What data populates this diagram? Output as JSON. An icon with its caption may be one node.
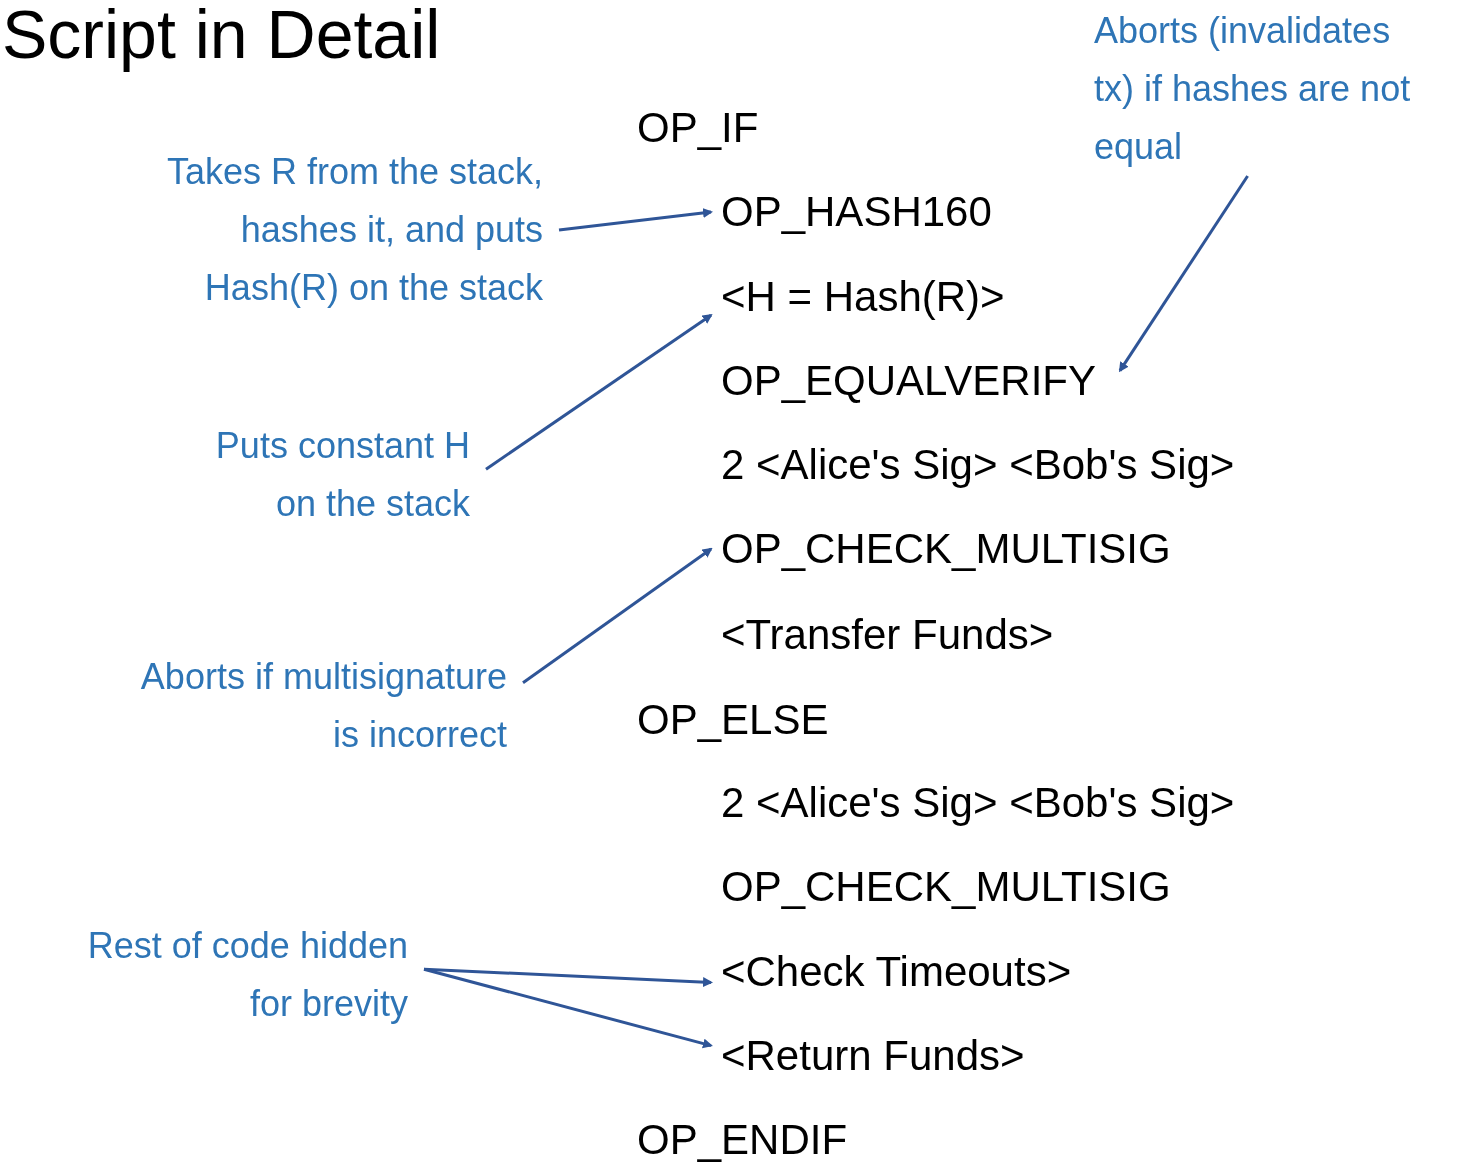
{
  "diagram": {
    "title": "Script in Detail",
    "nodes": [
      {
        "text": [
          "OP_IF"
        ]
      },
      {
        "text": [
          "OP_HASH160"
        ]
      },
      {
        "text": [
          "<H = Hash(R)>"
        ]
      },
      {
        "text": [
          "OP_EQUALVERIFY"
        ]
      },
      {
        "text": [
          "2 <Alice's Sig> <Bob's Sig>"
        ]
      },
      {
        "text": [
          "OP_CHECK_MULTISIG"
        ]
      },
      {
        "text": [
          "<Transfer Funds>"
        ]
      },
      {
        "text": [
          "OP_ELSE"
        ]
      },
      {
        "text": [
          "2 <Alice's Sig> <Bob's Sig>"
        ]
      },
      {
        "text": [
          "OP_CHECK_MULTISIG"
        ]
      },
      {
        "text": [
          "<Check Timeouts>"
        ]
      },
      {
        "text": [
          "<Return Funds>"
        ]
      },
      {
        "text": [
          "OP_ENDIF"
        ]
      },
      {
        "text": [
          "Takes R from the stack, hashes it, and puts Hash(R) on the stack"
        ]
      },
      {
        "text": [
          "Aborts (invalidates tx) if hashes are not equal"
        ]
      },
      {
        "text": [
          "Puts constant H on the stack"
        ]
      },
      {
        "text": [
          "Aborts if multisignature is incorrect"
        ]
      },
      {
        "text": [
          "Rest of code hidden for brevity"
        ]
      }
    ],
    "edges": [
      {
        "from": 13,
        "to": 1,
        "arrow": "to"
      },
      {
        "from": 15,
        "to": 2,
        "arrow": "to"
      },
      {
        "from": 14,
        "to": 3,
        "arrow": "to"
      },
      {
        "from": 16,
        "to": 5,
        "arrow": "to"
      },
      {
        "from": 17,
        "to": 10,
        "arrow": "to"
      },
      {
        "from": 17,
        "to": 11,
        "arrow": "to"
      }
    ]
  }
}
